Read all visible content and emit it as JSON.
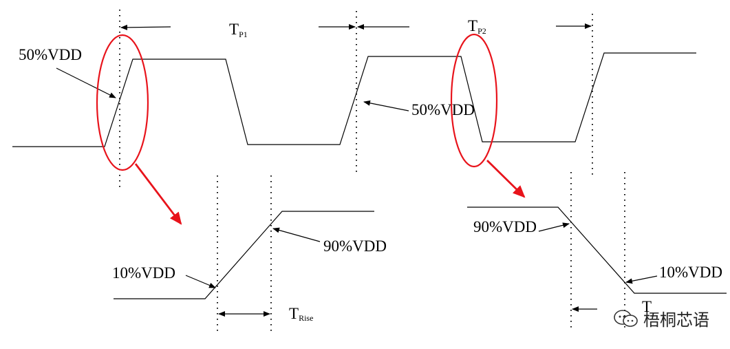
{
  "labels": {
    "tp1_main": "T",
    "tp1_sub": "P1",
    "tp2_main": "T",
    "tp2_sub": "P2",
    "vdd50_left": "50%VDD",
    "vdd50_right": "50%VDD",
    "rise_vdd10": "10%VDD",
    "rise_vdd90": "90%VDD",
    "trise_main": "T",
    "trise_sub": "Rise",
    "fall_vdd90": "90%VDD",
    "fall_vdd10": "10%VDD",
    "tfall_main": "T"
  },
  "watermark": {
    "text": "梧桐芯语",
    "icon": "chat-bubbles-icon"
  },
  "colors": {
    "line": "#000000",
    "highlight": "#e8131b"
  }
}
